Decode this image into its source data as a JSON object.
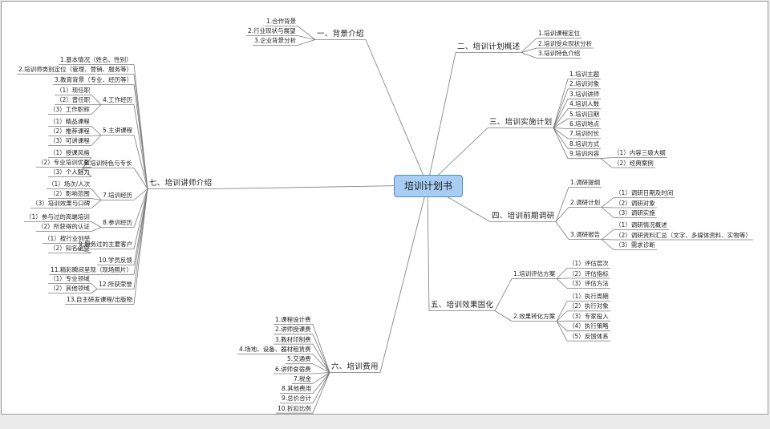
{
  "root": "培训计划书",
  "branches": {
    "b1": {
      "label": "一、背景介绍",
      "items": [
        "1.合作背景",
        "2.行业现状与展望",
        "3.企业背景分析"
      ]
    },
    "b2": {
      "label": "二、培训计划概述",
      "items": [
        "1.培训课程定位",
        "2.培训受众现状分析",
        "3.培训特色介绍"
      ]
    },
    "b3": {
      "label": "三、培训实施计划",
      "items": [
        "1.培训主题",
        "2.培训对象",
        "3.培训讲师",
        "4.培训人数",
        "5.培训日期",
        "6.培训地点",
        "7.培训时长",
        "8.培训方式",
        "9.培训内容"
      ],
      "sub_9": [
        "（1）内容三级大纲",
        "（2）经典案例"
      ]
    },
    "b4": {
      "label": "四、培训前期调研",
      "items": [
        "1.调研提纲",
        "2.调研计划",
        "3.调研报告"
      ],
      "sub_2": [
        "（1）调研日期及时间",
        "（2）调研对象",
        "（3）调研实施"
      ],
      "sub_3": [
        "（1）调研情况概述",
        "（2）调研资料汇总（文字、多媒体资料、实物等）",
        "（3）需求诊断"
      ]
    },
    "b5": {
      "label": "五、培训效果固化",
      "items": [
        "1.培训评估方案",
        "2.效果转化方案"
      ],
      "sub_1": [
        "（1）评估层次",
        "（2）评估指标",
        "（3）评估方法"
      ],
      "sub_2": [
        "（1）执行周期",
        "（2）执行对象",
        "（3）专家投入",
        "（4）执行策略",
        "（5）反馈体系"
      ]
    },
    "b6": {
      "label": "六、培训费用",
      "items": [
        "1.课程设计费",
        "2.讲师授课费",
        "3.教材印制费",
        "4.场地、设备、器材租赁费",
        "5.交通费",
        "6.讲师食宿费",
        "7.税金",
        "8.其他费用",
        "9.总价合计",
        "10.折扣比例"
      ]
    },
    "b7": {
      "label": "七、培训讲师介绍",
      "items": [
        "1.基本情况（姓名、性别）",
        "2.培训师类别定位（管理、营销、服务等）",
        "3.教育背景（专业、经历等）",
        "4.工作经历",
        "5.主讲课程",
        "6.培训特色与专长",
        "7.培训经历",
        "8.参训经历",
        "9.服务过的主要客户",
        "10.学员反馈",
        "11.精彩瞬间呈现（现场照片）",
        "12.所获荣誉",
        "13.自主研发课程/出版物"
      ],
      "sub_4": [
        "（1）现任职",
        "（2）曾任职",
        "（3）工作职称"
      ],
      "sub_5": [
        "（1）精品课程",
        "（2）推荐课程",
        "（3）可讲课程"
      ],
      "sub_6": [
        "（1）授课风格",
        "（2）专业培训优势",
        "（3）个人魅力"
      ],
      "sub_7": [
        "（1）场次/人次",
        "（2）影响范围",
        "（3）培训效果与口碑"
      ],
      "sub_8": [
        "（1）参与过的高端培训",
        "（2）所获得的认证"
      ],
      "sub_9": [
        "（1）按行业列举",
        "（2）知名企业"
      ],
      "sub_12": [
        "（1）专业领域",
        "（2）其他领域"
      ]
    }
  },
  "colors": {
    "root_fill": "#a7cdf2",
    "root_border": "#4f8ccc",
    "line": "#7a7a7a",
    "background": "#ececec",
    "canvas": "#ffffff"
  }
}
